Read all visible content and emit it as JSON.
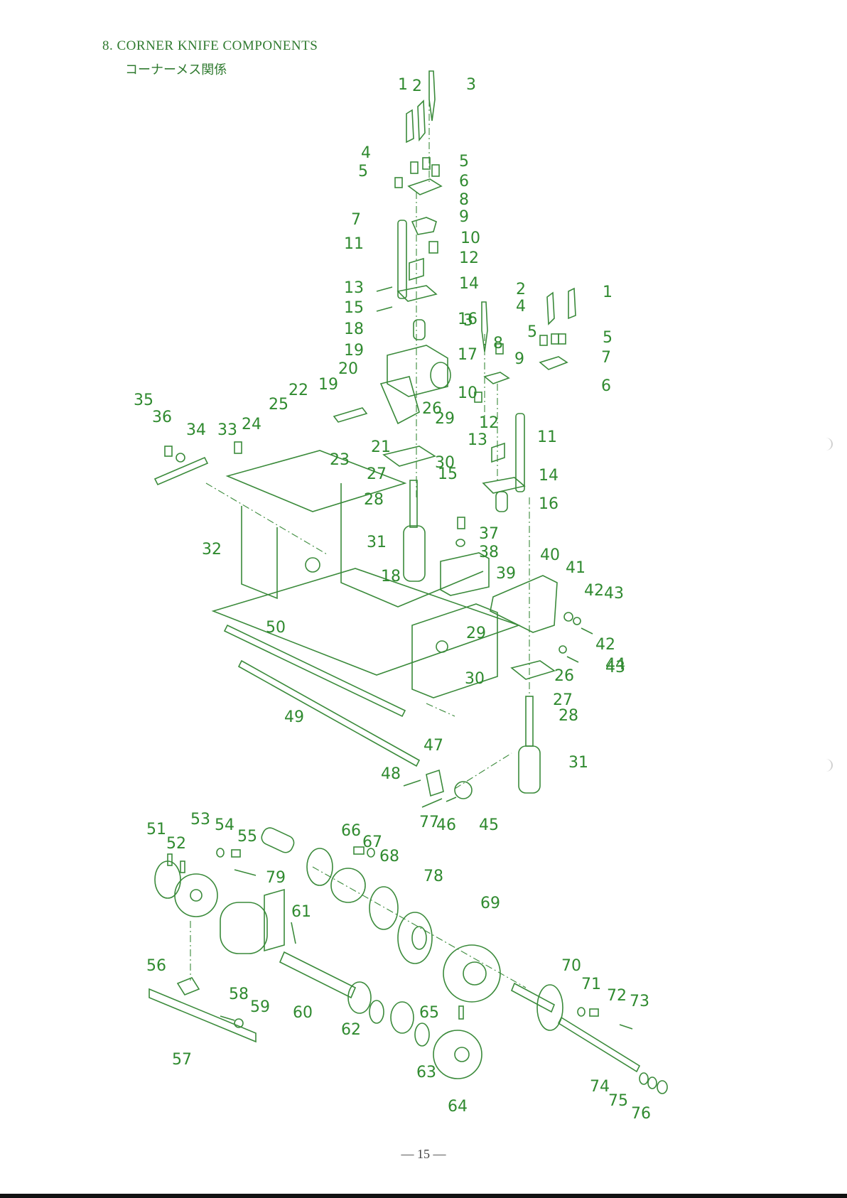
{
  "header": {
    "title": "8. CORNER KNIFE COMPONENTS",
    "subtitle": "コーナーメス関係"
  },
  "footer": {
    "page_number": "— 15 —"
  },
  "colors": {
    "ink": "#2f8a2f",
    "paper": "#ffffff"
  },
  "diagram": {
    "labels": [
      "1",
      "2",
      "3",
      "4",
      "5",
      "5",
      "6",
      "7",
      "8",
      "9",
      "10",
      "11",
      "12",
      "13",
      "14",
      "15",
      "16",
      "17",
      "18",
      "19",
      "19",
      "20",
      "21",
      "22",
      "23",
      "24",
      "25",
      "26",
      "27",
      "28",
      "29",
      "30",
      "31",
      "32",
      "33",
      "34",
      "35",
      "36",
      "1",
      "2",
      "3",
      "4",
      "5",
      "5",
      "6",
      "7",
      "8",
      "9",
      "10",
      "11",
      "12",
      "13",
      "14",
      "15",
      "16",
      "18",
      "26",
      "27",
      "28",
      "29",
      "30",
      "31",
      "37",
      "38",
      "39",
      "40",
      "41",
      "42",
      "42",
      "43",
      "43",
      "44",
      "45",
      "46",
      "47",
      "48",
      "49",
      "50",
      "51",
      "52",
      "53",
      "54",
      "55",
      "56",
      "57",
      "58",
      "59",
      "60",
      "61",
      "62",
      "63",
      "64",
      "65",
      "66",
      "67",
      "68",
      "69",
      "70",
      "71",
      "72",
      "73",
      "74",
      "75",
      "76",
      "77",
      "78",
      "79"
    ]
  }
}
